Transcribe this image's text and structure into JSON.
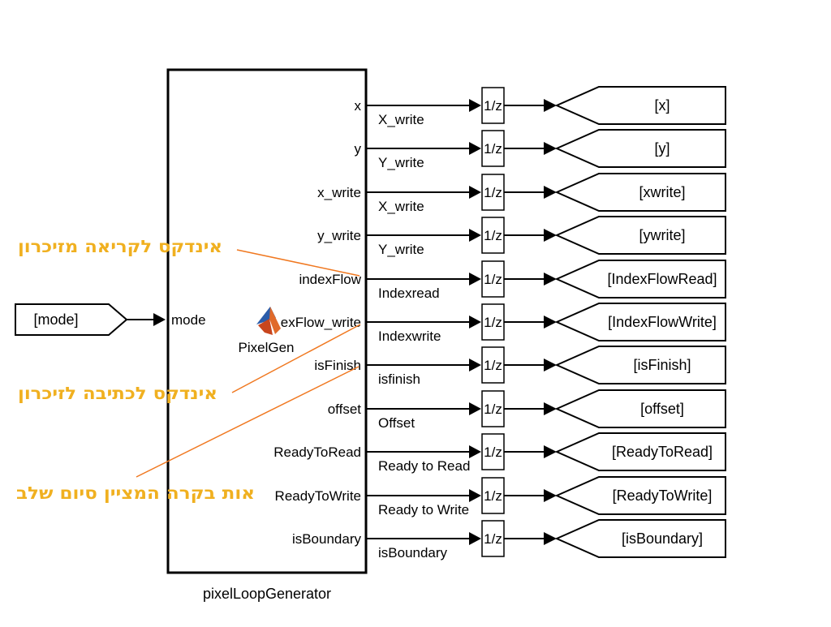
{
  "block": {
    "name": "pixelLoopGenerator",
    "icon_label": "PixelGen",
    "input_port": "mode",
    "outputs": [
      {
        "port": "x",
        "signal": "X_write",
        "delay": "1/z",
        "tag": "[x]"
      },
      {
        "port": "y",
        "signal": "Y_write",
        "delay": "1/z",
        "tag": "[y]"
      },
      {
        "port": "x_write",
        "signal": "X_write",
        "delay": "1/z",
        "tag": "[xwrite]"
      },
      {
        "port": "y_write",
        "signal": "Y_write",
        "delay": "1/z",
        "tag": "[ywrite]"
      },
      {
        "port": "indexFlow",
        "signal": "Indexread",
        "delay": "1/z",
        "tag": "[IndexFlowRead]"
      },
      {
        "port": "exFlow_write",
        "signal": "Indexwrite",
        "delay": "1/z",
        "tag": "[IndexFlowWrite]"
      },
      {
        "port": "isFinish",
        "signal": "isfinish",
        "delay": "1/z",
        "tag": "[isFinish]"
      },
      {
        "port": "offset",
        "signal": "Offset",
        "delay": "1/z",
        "tag": "[offset]"
      },
      {
        "port": "ReadyToRead",
        "signal": "Ready to Read",
        "delay": "1/z",
        "tag": "[ReadyToRead]"
      },
      {
        "port": "ReadyToWrite",
        "signal": "Ready to Write",
        "delay": "1/z",
        "tag": "[ReadyToWrite]"
      },
      {
        "port": "isBoundary",
        "signal": "isBoundary",
        "delay": "1/z",
        "tag": "[isBoundary]"
      }
    ]
  },
  "input_from": {
    "tag": "[mode]"
  },
  "annotations": [
    {
      "text": "אינדקס לקריאה מזיכרון"
    },
    {
      "text": "אינדקס לכתיבה לזיכרון"
    },
    {
      "text": "אות בקרה המציין סיום שלב"
    }
  ],
  "colors": {
    "annotation_text": "#f0b020",
    "annotation_arrow": "#f07820",
    "wire": "#000000"
  }
}
